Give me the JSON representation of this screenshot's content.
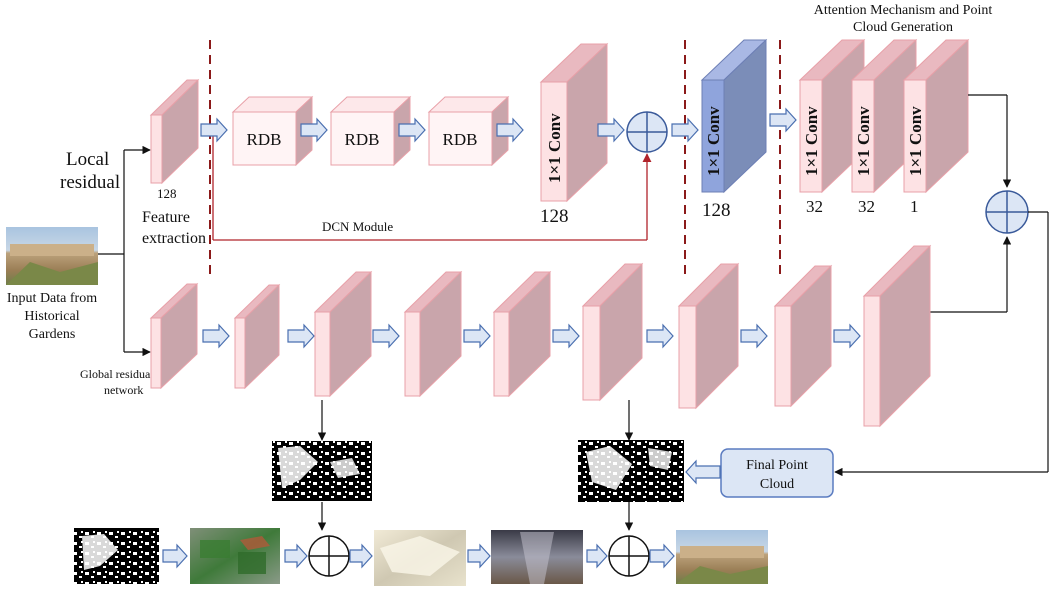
{
  "labels": {
    "local_residual_1": "Local",
    "local_residual_2": "residual",
    "feature_size": "128",
    "feature_extraction_1": "Feature",
    "feature_extraction_2": "extraction",
    "input_1": "Input Data from",
    "input_2": "Historical",
    "input_3": "Gardens",
    "global_1": "Global residual",
    "global_2": "network",
    "dcn_module": "DCN Module",
    "attention_1": "Attention Mechanism and Point",
    "attention_2": "Cloud Generation",
    "final_1": "Final Point",
    "final_2": "Cloud"
  },
  "rdb_blocks": [
    "RDB",
    "RDB",
    "RDB"
  ],
  "conv_label": "1×1 Conv",
  "conv_blocks": [
    {
      "label": "1×1 Conv",
      "size": "128"
    },
    {
      "label": "1×1 Conv",
      "size": "128"
    },
    {
      "label": "1×1 Conv",
      "size": "32"
    },
    {
      "label": "1×1 Conv",
      "size": "32"
    },
    {
      "label": "1×1 Conv",
      "size": "1"
    }
  ],
  "colors": {
    "pink_face": "#fde2e4",
    "pink_side": "#c9a5ab",
    "pink_edge": "#e8a0a8",
    "blue_face": "#8fa4dc",
    "blue_side": "#7b8db8",
    "arrow_fill": "#dce6f5",
    "arrow_edge": "#4a6fb0",
    "dashed_line": "#8b1a1a",
    "residual_line": "#b0242b"
  }
}
